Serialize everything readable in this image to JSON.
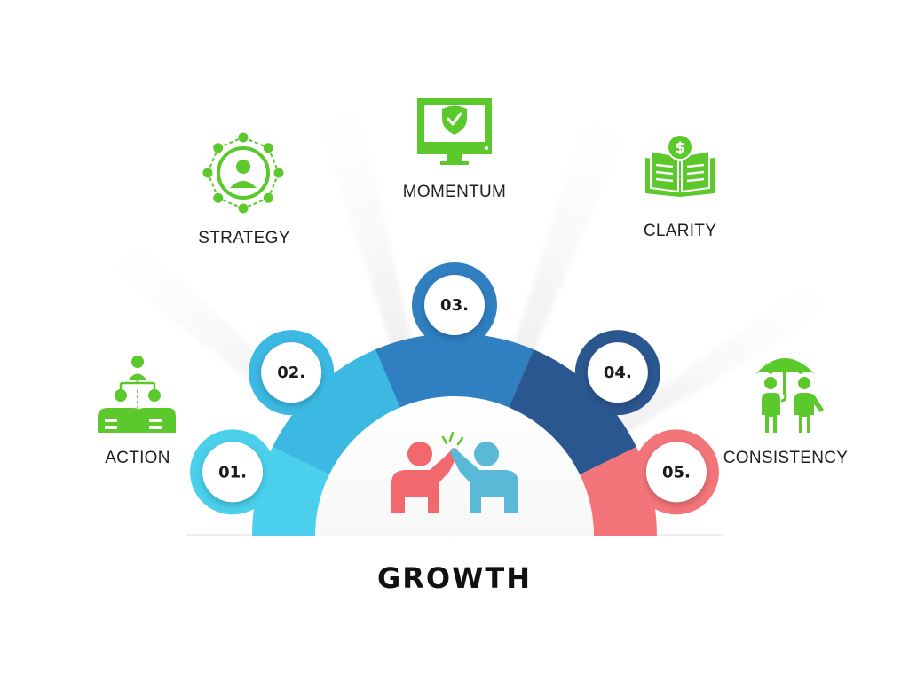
{
  "title": "GROWTH",
  "steps": [
    {
      "number": "01.",
      "label": "ACTION",
      "icon": "team-hierarchy-icon",
      "color": "#4ad0ec"
    },
    {
      "number": "02.",
      "label": "STRATEGY",
      "icon": "network-person-icon",
      "color": "#3bb9e3"
    },
    {
      "number": "03.",
      "label": "MOMENTUM",
      "icon": "monitor-shield-icon",
      "color": "#2f7fc1"
    },
    {
      "number": "04.",
      "label": "CLARITY",
      "icon": "dollar-book-icon",
      "color": "#2a578f"
    },
    {
      "number": "05.",
      "label": "CONSISTENCY",
      "icon": "umbrella-people-icon",
      "color": "#f37579"
    }
  ],
  "colors": {
    "icon_green": "#5bc92b",
    "person_left": "#f1686e",
    "person_right": "#5ab9d6",
    "spark": "#5bc92b"
  },
  "center_icon": "high-five-icon"
}
